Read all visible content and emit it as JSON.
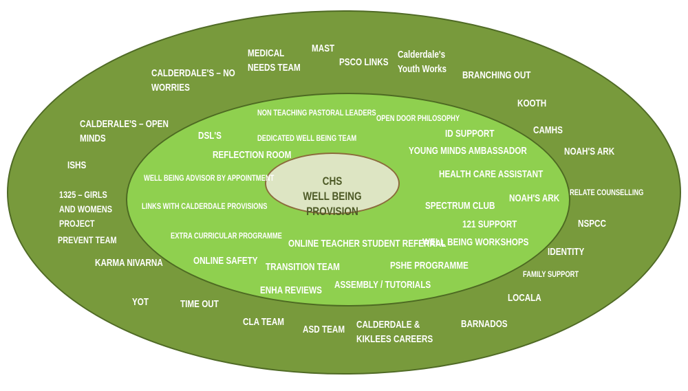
{
  "center": {
    "line1": "CHS",
    "line2": "WELL BEING PROVISION"
  },
  "outer_ring": [
    [
      "CALDERDALE'S – NO",
      "WORRIES"
    ],
    [
      "MEDICAL",
      "NEEDS TEAM"
    ],
    [
      "MAST"
    ],
    [
      "PSCO LINKS"
    ],
    [
      "Calderdale's",
      "Youth Works"
    ],
    [
      "BRANCHING OUT"
    ],
    [
      "KOOTH"
    ],
    [
      "CAMHS"
    ],
    [
      "NOAH'S ARK"
    ],
    [
      "RELATE COUNSELLING"
    ],
    [
      "NSPCC"
    ],
    [
      "IDENTITY"
    ],
    [
      "FAMILY SUPPORT"
    ],
    [
      "LOCALA"
    ],
    [
      "BARNADOS"
    ],
    [
      "CALDERDALE &",
      "KIKLEES CAREERS"
    ],
    [
      "ASD TEAM"
    ],
    [
      "CLA TEAM"
    ],
    [
      "TIME OUT"
    ],
    [
      "YOT"
    ],
    [
      "KARMA NIVARNA"
    ],
    [
      "PREVENT TEAM"
    ],
    [
      "1325 – GIRLS",
      "AND WOMENS",
      "PROJECT"
    ],
    [
      "ISHS"
    ],
    [
      "CALDERALE'S – OPEN",
      "MINDS"
    ]
  ],
  "inner_ring": [
    [
      "NON TEACHING PASTORAL LEADERS"
    ],
    [
      "OPEN DOOR PHILOSOPHY"
    ],
    [
      "DSL'S"
    ],
    [
      "DEDICATED WELL BEING TEAM"
    ],
    [
      "ID SUPPORT"
    ],
    [
      "YOUNG MINDS AMBASSADOR"
    ],
    [
      "REFLECTION ROOM"
    ],
    [
      "HEALTH CARE ASSISTANT"
    ],
    [
      "WELL BEING ADVISOR BY APPOINTMENT"
    ],
    [
      "NOAH'S ARK"
    ],
    [
      "LINKS WITH CALDERDALE PROVISIONS"
    ],
    [
      "SPECTRUM CLUB"
    ],
    [
      "121 SUPPORT"
    ],
    [
      "EXTRA CURRICULAR PROGRAMME"
    ],
    [
      "ONLINE TEACHER STUDENT REFERRAL"
    ],
    [
      "WELL BEING WORKSHOPS"
    ],
    [
      "ONLINE SAFETY"
    ],
    [
      "TRANSITION TEAM"
    ],
    [
      "PSHE PROGRAMME"
    ],
    [
      "ENHA REVIEWS"
    ],
    [
      "ASSEMBLY / TUTORIALS"
    ]
  ],
  "colors": {
    "outer": "#789a3c",
    "inner": "#8fd04f",
    "center": "#dde5c3",
    "center_text": "#4d5a26"
  }
}
